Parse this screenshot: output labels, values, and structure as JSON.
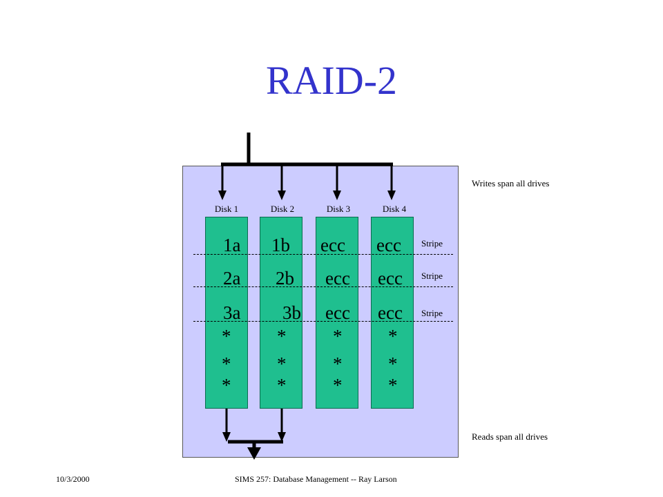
{
  "title": "RAID-2",
  "disks": [
    {
      "label": "Disk 1",
      "cells": [
        "1a",
        "2a",
        "3a"
      ],
      "stars": [
        "*",
        "*",
        "*"
      ]
    },
    {
      "label": "Disk 2",
      "cells": [
        "1b",
        "2b",
        "3b"
      ],
      "stars": [
        "*",
        "*",
        "*"
      ]
    },
    {
      "label": "Disk 3",
      "cells": [
        "ecc",
        "ecc",
        "ecc"
      ],
      "stars": [
        "*",
        "*",
        "*"
      ]
    },
    {
      "label": "Disk 4",
      "cells": [
        "ecc",
        "ecc",
        "ecc"
      ],
      "stars": [
        "*",
        "*",
        "*"
      ]
    }
  ],
  "stripe_labels": [
    "Stripe",
    "Stripe",
    "Stripe"
  ],
  "notes": {
    "writes": "Writes span all drives",
    "reads": "Reads span all drives"
  },
  "footer": {
    "date": "10/3/2000",
    "course": "SIMS 257: Database Management -- Ray Larson"
  },
  "colors": {
    "title": "#3333cc",
    "panel": "#ccccff",
    "disk": "#1fbf8f"
  }
}
